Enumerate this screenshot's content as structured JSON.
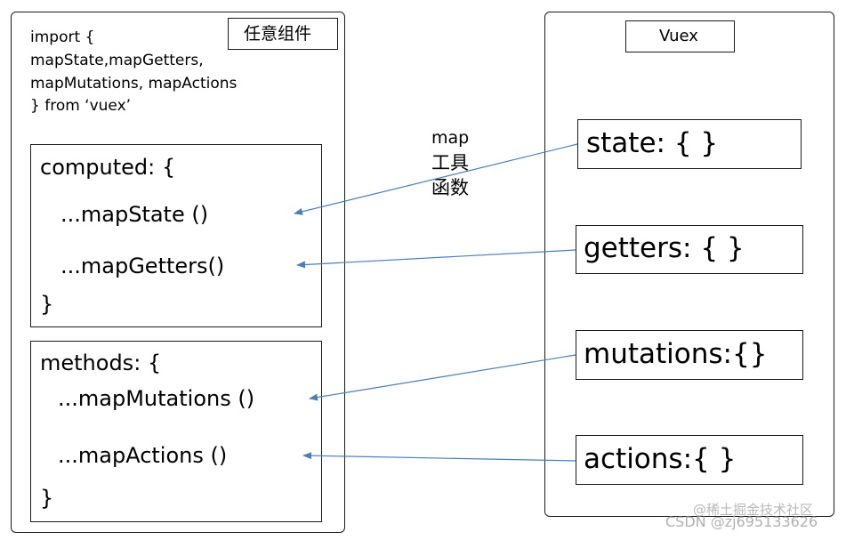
{
  "left_panel": {
    "component_label": "任意组件",
    "import_lines": [
      "import {",
      "mapState,mapGetters,",
      "mapMutations, mapActions",
      "} from ‘vuex’"
    ],
    "computed_block": {
      "open": "computed: {",
      "items": [
        "...mapState ()",
        "...mapGetters()"
      ],
      "close": "}"
    },
    "methods_block": {
      "open": "methods: {",
      "items": [
        "...mapMutations ()",
        "...mapActions ()"
      ],
      "close": "}"
    }
  },
  "right_panel": {
    "title": "Vuex",
    "items": [
      "state: { }",
      "getters: { }",
      "mutations:{}",
      "actions:{ }"
    ]
  },
  "map_label": [
    "map",
    "工具",
    "函数"
  ],
  "watermark": "CSDN @zj695133626",
  "watermark_overlay": "@稀土掘金技术社区",
  "colors": {
    "arrow": "#4a7ebb",
    "border": "#1a1a1a",
    "watermark": "#b0b0b0"
  }
}
